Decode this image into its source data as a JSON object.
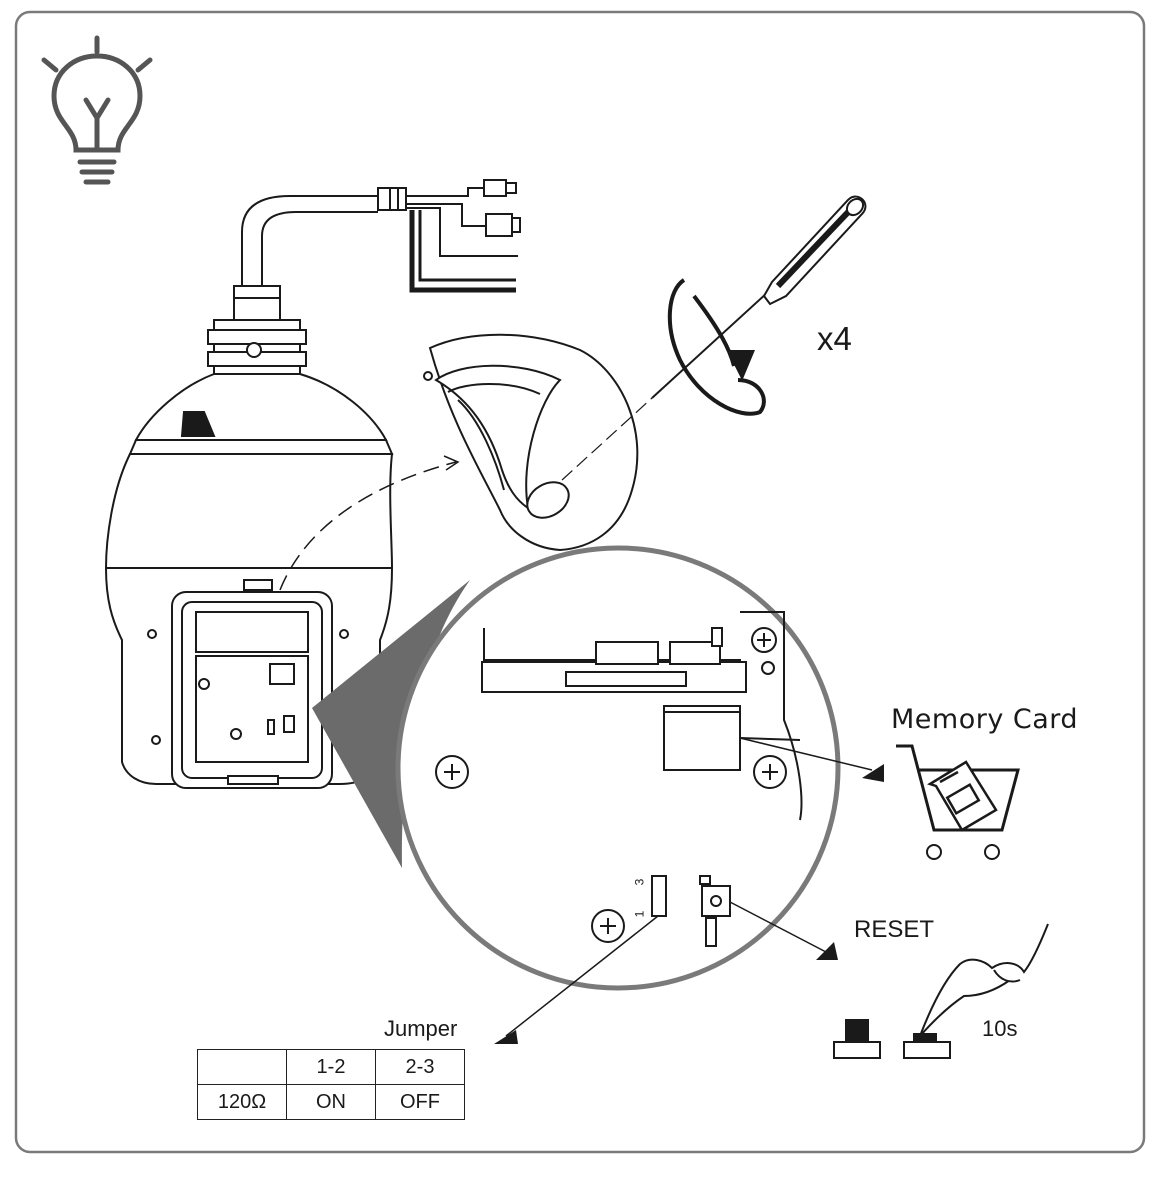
{
  "labels": {
    "screw_count": "x4",
    "memory_card": "Memory Card",
    "reset": "RESET",
    "hold_time": "10s",
    "jumper": "Jumper",
    "pin_top": "3",
    "pin_bottom": "1"
  },
  "jumper_table": {
    "header": [
      "",
      "1-2",
      "2-3"
    ],
    "rows": [
      [
        "120Ω",
        "ON",
        "OFF"
      ]
    ]
  },
  "icons": [
    "lightbulb-tip-icon",
    "screwdriver-icon",
    "rotate-arrow-icon",
    "shopping-cart-icon",
    "memory-card-icon",
    "hand-press-icon",
    "button-icon"
  ],
  "colors": {
    "line": "#1a1a1a",
    "frame": "#7a7a7a",
    "zoom_fill": "#6b6b6b",
    "tip_icon": "#555555"
  }
}
